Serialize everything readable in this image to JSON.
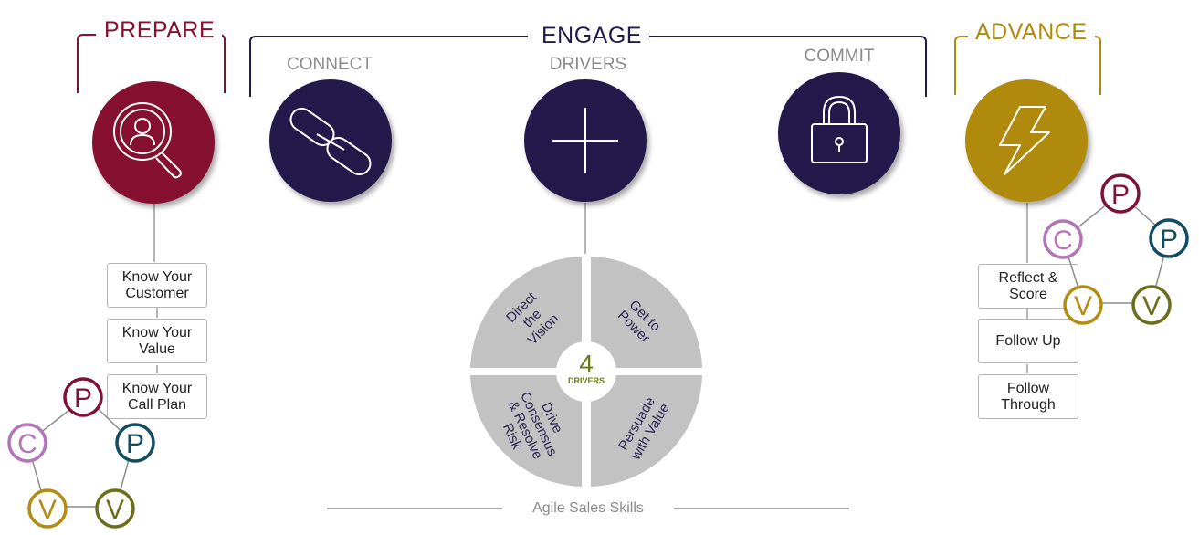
{
  "stages": {
    "prepare": "PREPARE",
    "engage": "ENGAGE",
    "advance": "ADVANCE"
  },
  "phases": {
    "connect": "CONNECT",
    "drivers": "DRIVERS",
    "commit": "COMMIT"
  },
  "prepare_steps": [
    {
      "line1": "Know Your",
      "line2": "Customer"
    },
    {
      "line1": "Know Your",
      "line2": "Value"
    },
    {
      "line1": "Know Your",
      "line2": "Call Plan"
    }
  ],
  "advance_steps": [
    {
      "line1": "Reflect &",
      "line2": "Score"
    },
    {
      "line1": "Follow Up",
      "line2": ""
    },
    {
      "line1": "Follow",
      "line2": "Through"
    }
  ],
  "drivers_wheel": {
    "center_number": "4",
    "center_label": "DRIVERS",
    "quadrants": {
      "top_left": [
        "Direct",
        "the",
        "Vision"
      ],
      "top_right": [
        "Get to",
        "Power"
      ],
      "bottom_left": [
        "Drive",
        "Consensus",
        "& Resolve",
        "Risk"
      ],
      "bottom_right": [
        "Persuade",
        "with Value"
      ]
    }
  },
  "pcpvv_badges": {
    "top": "P",
    "left": "C",
    "right": "P",
    "bottom_left": "V",
    "bottom_right": "V"
  },
  "footer": "Agile Sales Skills",
  "colors": {
    "prepare": "#85102f",
    "engage": "#231a4b",
    "advance": "#b08a0d",
    "badge_p_top": "#7e1135",
    "badge_c": "#b374b8",
    "badge_p_right": "#134c63",
    "badge_v_left": "#b48c12",
    "badge_v_right": "#6b6e1a",
    "wheel_gray": "#c2c2c2",
    "drivers_green": "#6b7a16"
  },
  "icons": {
    "prepare": "search-customer-icon",
    "connect": "link-icon",
    "drivers": "plus-icon",
    "commit": "lock-icon",
    "advance": "lightning-icon"
  }
}
